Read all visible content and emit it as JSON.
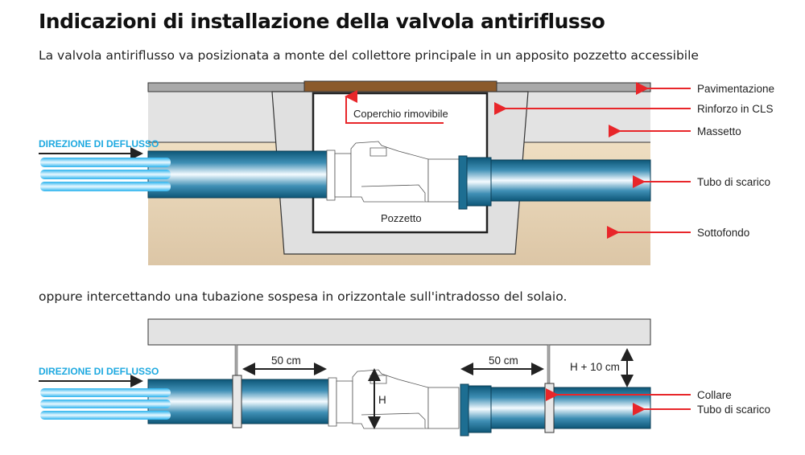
{
  "title": "Indicazioni di installazione della valvola antiriflusso",
  "subtitle1": "La valvola antiriflusso va posizionata a monte del collettore principale in un apposito pozzetto accessibile",
  "subtitle2": "oppure intercettando una tubazione sospesa in orizzontale sull'intradosso del solaio.",
  "diagram1": {
    "flow_label": "DIREZIONE DI DEFLUSSO",
    "lid_label": "Coperchio rimovibile",
    "well_label": "Pozzetto",
    "labels": [
      "Pavimentazione",
      "Rinforzo in CLS",
      "Massetto",
      "Tubo di scarico",
      "Sottofondo"
    ]
  },
  "diagram2": {
    "flow_label": "DIREZIONE DI DEFLUSSO",
    "dim_left": "50 cm",
    "dim_right": "50 cm",
    "dim_h": "H",
    "dim_clearance": "H + 10 cm",
    "labels": [
      "Collare",
      "Tubo di scarico"
    ]
  },
  "colors": {
    "pipe": "#1d6e92",
    "arrow": "#e8262a",
    "flow": "#1ea9e0",
    "lid": "#8b5a2b",
    "sand": "#f3e3c6",
    "concrete": "#e2e2e2"
  }
}
